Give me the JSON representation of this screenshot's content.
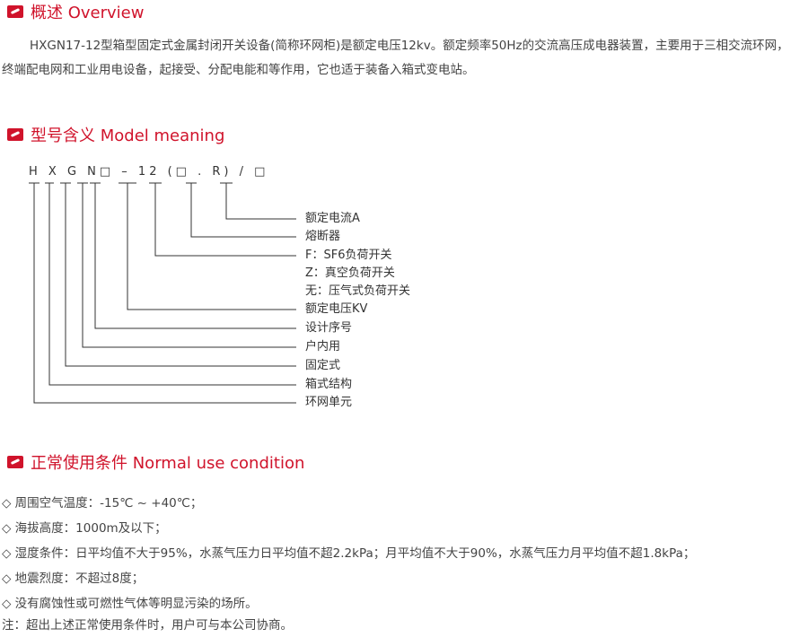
{
  "overview": {
    "title": "概述 Overview",
    "text": "HXGN17-12型箱型固定式金属封闭开关设备(简称环网柜)是额定电压12kv。额定频率50Hz的交流高压成电器装置，主要用于三相交流环网，终端配电网和工业用电设备，起接受、分配电能和等作用，它也适于装备入箱式变电站。"
  },
  "model": {
    "title": "型号含义 Model meaning",
    "code": "H X G N□ – 12 (□ .  R) / □",
    "items": [
      "额定电流A",
      "熔断器",
      "F：SF6负荷开关",
      "Z：真空负荷开关",
      "无：压气式负荷开关",
      "额定电压KV",
      "设计序号",
      "户内用",
      "固定式",
      "箱式结构",
      "环网单元"
    ]
  },
  "conditions": {
    "title": "正常使用条件 Normal use condition",
    "items": [
      "◇ 周围空气温度：-15℃ ~ +40℃；",
      "◇ 海拔高度：1000m及以下；",
      "◇ 湿度条件：日平均值不大于95%，水蒸气压力日平均值不超2.2kPa；月平均值不大于90%，水蒸气压力月平均值不超1.8kPa；",
      "◇ 地震烈度：不超过8度；",
      "◇ 没有腐蚀性或可燃性气体等明显污染的场所。"
    ],
    "note": "注：超出上述正常使用条件时，用户可与本公司协商。"
  },
  "colors": {
    "accent": "#d0132b",
    "text": "#333333"
  },
  "icons": {
    "section": "section-mark-icon",
    "condition": "diamond-icon"
  }
}
